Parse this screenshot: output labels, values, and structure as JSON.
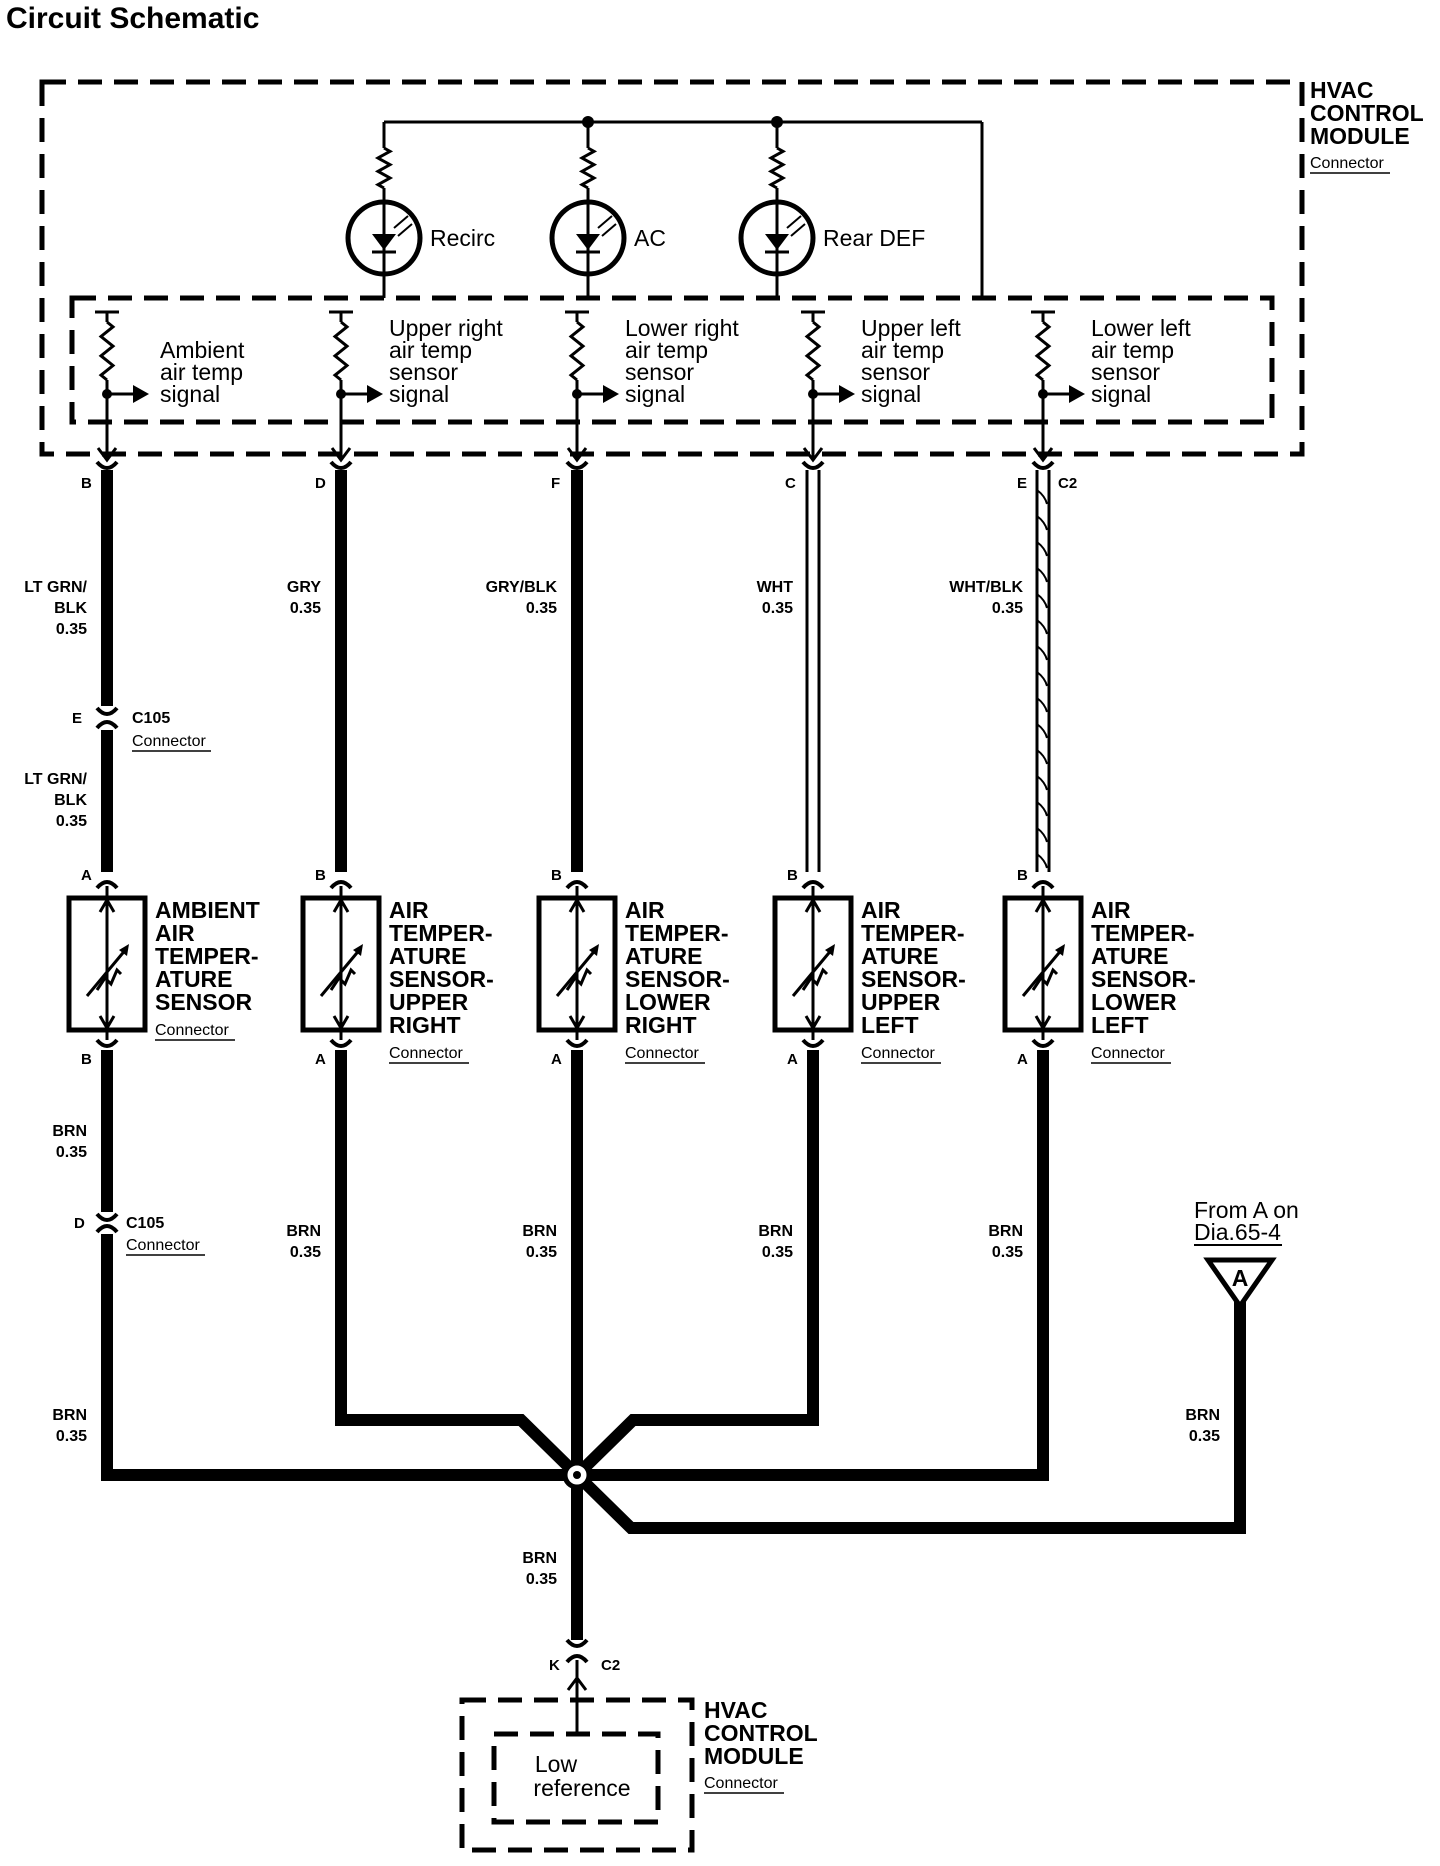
{
  "title": "Circuit Schematic",
  "module_top": {
    "lines": [
      "HVAC",
      "CONTROL",
      "MODULE"
    ],
    "connector_label": "Connector"
  },
  "indicators": [
    {
      "label": "Recirc"
    },
    {
      "label": "AC"
    },
    {
      "label": "Rear DEF"
    }
  ],
  "signals": [
    {
      "lines": [
        "Ambient",
        "air temp",
        "signal"
      ]
    },
    {
      "lines": [
        "Upper right",
        "air temp",
        "sensor",
        "signal"
      ]
    },
    {
      "lines": [
        "Lower right",
        "air temp",
        "sensor",
        "signal"
      ]
    },
    {
      "lines": [
        "Upper left",
        "air temp",
        "sensor",
        "signal"
      ]
    },
    {
      "lines": [
        "Lower left",
        "air temp",
        "sensor",
        "signal"
      ]
    }
  ],
  "module_pins": [
    "B",
    "D",
    "F",
    "C",
    "E"
  ],
  "module_connector_id": "C2",
  "signal_wires": [
    {
      "color": [
        "LT GRN/",
        "BLK"
      ],
      "gauge": "0.35"
    },
    {
      "color": [
        "GRY"
      ],
      "gauge": "0.35"
    },
    {
      "color": [
        "GRY/BLK"
      ],
      "gauge": "0.35"
    },
    {
      "color": [
        "WHT"
      ],
      "gauge": "0.35"
    },
    {
      "color": [
        "WHT/BLK"
      ],
      "gauge": "0.35"
    }
  ],
  "inline_connector": {
    "id": "C105",
    "label": "Connector",
    "pin_signal": "E",
    "pin_ground": "D"
  },
  "ambient_after_c105": {
    "color": [
      "LT GRN/",
      "BLK"
    ],
    "gauge": "0.35"
  },
  "sensors": [
    {
      "lines": [
        "AMBIENT",
        "AIR",
        "TEMPER-",
        "ATURE",
        "SENSOR"
      ],
      "connector_label": "Connector",
      "pin_top": "A",
      "pin_bottom": "B"
    },
    {
      "lines": [
        "AIR",
        "TEMPER-",
        "ATURE",
        "SENSOR-",
        "UPPER",
        "RIGHT"
      ],
      "connector_label": "Connector",
      "pin_top": "B",
      "pin_bottom": "A"
    },
    {
      "lines": [
        "AIR",
        "TEMPER-",
        "ATURE",
        "SENSOR-",
        "LOWER",
        "RIGHT"
      ],
      "connector_label": "Connector",
      "pin_top": "B",
      "pin_bottom": "A"
    },
    {
      "lines": [
        "AIR",
        "TEMPER-",
        "ATURE",
        "SENSOR-",
        "UPPER",
        "LEFT"
      ],
      "connector_label": "Connector",
      "pin_top": "B",
      "pin_bottom": "A"
    },
    {
      "lines": [
        "AIR",
        "TEMPER-",
        "ATURE",
        "SENSOR-",
        "LOWER",
        "LEFT"
      ],
      "connector_label": "Connector",
      "pin_top": "B",
      "pin_bottom": "A"
    }
  ],
  "ground_wires": [
    {
      "color": "BRN",
      "gauge": "0.35"
    },
    {
      "color": "BRN",
      "gauge": "0.35"
    },
    {
      "color": "BRN",
      "gauge": "0.35"
    },
    {
      "color": "BRN",
      "gauge": "0.35"
    },
    {
      "color": "BRN",
      "gauge": "0.35"
    }
  ],
  "ambient_ground_lower": {
    "color": "BRN",
    "gauge": "0.35"
  },
  "from_ref": {
    "lines": [
      "From A on",
      "Dia.65-4"
    ],
    "symbol": "A",
    "wire_color": "BRN",
    "wire_gauge": "0.35"
  },
  "splice_out": {
    "color": "BRN",
    "gauge": "0.35"
  },
  "module_bottom": {
    "lines": [
      "HVAC",
      "CONTROL",
      "MODULE"
    ],
    "connector_label": "Connector",
    "pin": "K",
    "connector_id": "C2",
    "inner": [
      "Low",
      "reference"
    ]
  }
}
